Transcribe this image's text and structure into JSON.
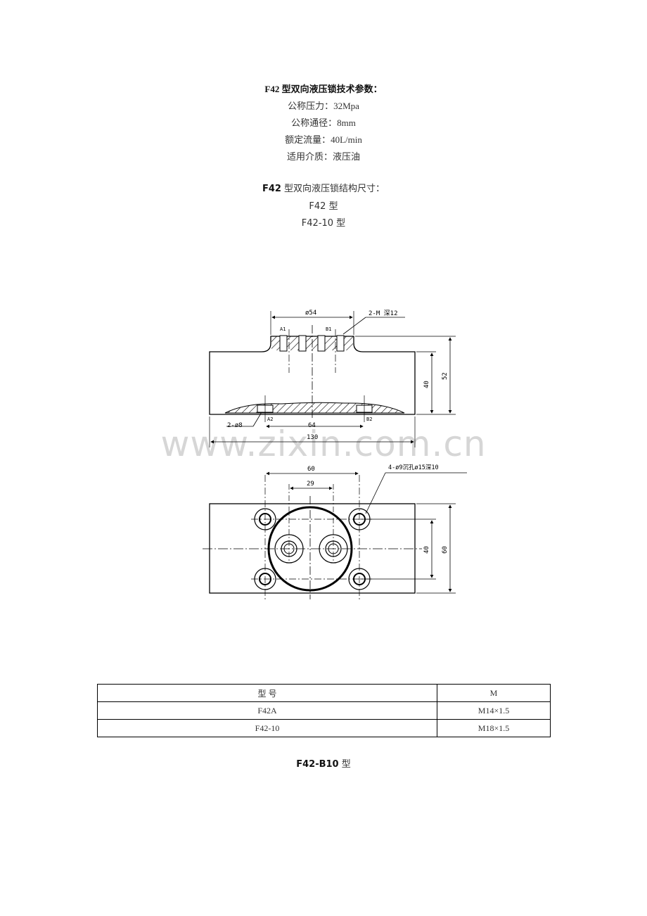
{
  "params": {
    "heading_prefix": "F42",
    "heading_rest": " 型双向液压锁技术参数：",
    "lines": [
      "公称压力：32Mpa",
      "公称通径：8mm",
      "额定流量：40L/min",
      "适用介质：液压油"
    ]
  },
  "structure": {
    "heading_prefix": "F42",
    "heading_rest": " 型双向液压锁结构尺寸：",
    "types": [
      "F42 型",
      "F42-10 型"
    ]
  },
  "watermark": "www.zixin.com.cn",
  "drawing": {
    "dim_d54": "ø54",
    "note_2m": "2-M 深12",
    "label_a1": "A1",
    "label_b1": "B1",
    "dim_40_side": "40",
    "dim_52": "52",
    "note_2d8": "2-ø8",
    "label_a2": "A2",
    "dim_64": "64",
    "label_b2": "B2",
    "dim_130": "130",
    "dim_60_top": "60",
    "dim_29": "29",
    "note_4holes": "4-ø9沉孔ø15深10",
    "dim_40_plan": "40",
    "dim_60_side": "60"
  },
  "table": {
    "header": [
      "型  号",
      "M"
    ],
    "rows": [
      [
        "F42A",
        "M14×1.5"
      ],
      [
        "F42-10",
        "M18×1.5"
      ]
    ]
  },
  "footer": {
    "prefix": "F42-B10",
    "rest": " 型"
  }
}
